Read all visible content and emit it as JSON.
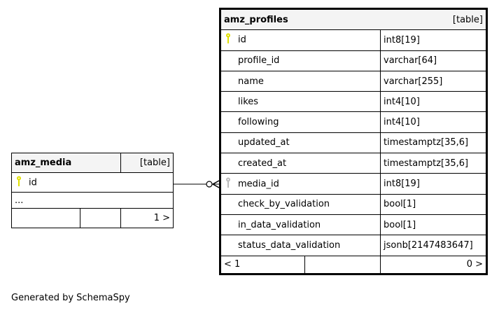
{
  "tables": {
    "media": {
      "name": "amz_media",
      "type": "[table]",
      "columns": [
        {
          "name": "id",
          "key": "primary"
        }
      ],
      "ellipsis": "...",
      "footer": {
        "left": "",
        "mid": "",
        "right": "1 >"
      }
    },
    "profiles": {
      "name": "amz_profiles",
      "type": "[table]",
      "columns": [
        {
          "name": "id",
          "type": "int8[19]",
          "key": "primary"
        },
        {
          "name": "profile_id",
          "type": "varchar[64]"
        },
        {
          "name": "name",
          "type": "varchar[255]"
        },
        {
          "name": "likes",
          "type": "int4[10]"
        },
        {
          "name": "following",
          "type": "int4[10]"
        },
        {
          "name": "updated_at",
          "type": "timestamptz[35,6]"
        },
        {
          "name": "created_at",
          "type": "timestamptz[35,6]"
        },
        {
          "name": "media_id",
          "type": "int8[19]",
          "key": "foreign"
        },
        {
          "name": "check_by_validation",
          "type": "bool[1]"
        },
        {
          "name": "in_data_validation",
          "type": "bool[1]"
        },
        {
          "name": "status_data_validation",
          "type": "jsonb[2147483647]"
        }
      ],
      "footer": {
        "left": "< 1",
        "mid": "",
        "right": "0 >"
      }
    }
  },
  "colors": {
    "primary_key": "#e0e000",
    "foreign_key": "#bbbbbb",
    "header_bg": "#f4f4f4"
  },
  "footer_text": "Generated by SchemaSpy"
}
